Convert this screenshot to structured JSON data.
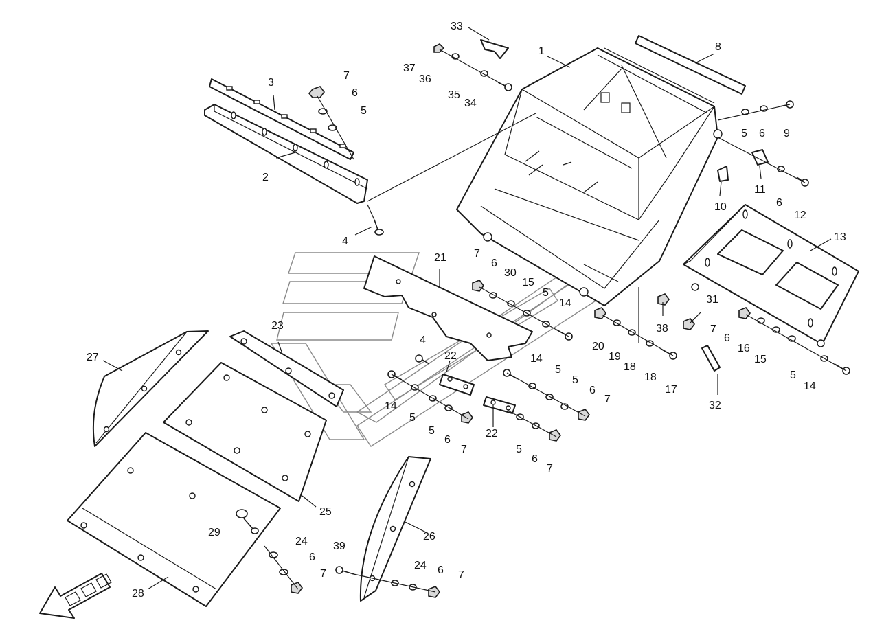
{
  "callouts": [
    {
      "text": "1"
    },
    {
      "text": "2"
    },
    {
      "text": "3"
    },
    {
      "text": "4"
    },
    {
      "text": "5"
    },
    {
      "text": "6"
    },
    {
      "text": "7"
    },
    {
      "text": "8"
    },
    {
      "text": "9"
    },
    {
      "text": "5"
    },
    {
      "text": "6"
    },
    {
      "text": "10"
    },
    {
      "text": "11"
    },
    {
      "text": "6"
    },
    {
      "text": "12"
    },
    {
      "text": "13"
    },
    {
      "text": "33"
    },
    {
      "text": "37"
    },
    {
      "text": "36"
    },
    {
      "text": "35"
    },
    {
      "text": "34"
    },
    {
      "text": "21"
    },
    {
      "text": "7"
    },
    {
      "text": "6"
    },
    {
      "text": "30"
    },
    {
      "text": "15"
    },
    {
      "text": "5"
    },
    {
      "text": "14"
    },
    {
      "text": "20"
    },
    {
      "text": "19"
    },
    {
      "text": "18"
    },
    {
      "text": "18"
    },
    {
      "text": "17"
    },
    {
      "text": "38"
    },
    {
      "text": "31"
    },
    {
      "text": "7"
    },
    {
      "text": "6"
    },
    {
      "text": "16"
    },
    {
      "text": "15"
    },
    {
      "text": "5"
    },
    {
      "text": "14"
    },
    {
      "text": "32"
    },
    {
      "text": "4"
    },
    {
      "text": "22"
    },
    {
      "text": "14"
    },
    {
      "text": "5"
    },
    {
      "text": "5"
    },
    {
      "text": "6"
    },
    {
      "text": "7"
    },
    {
      "text": "14"
    },
    {
      "text": "5"
    },
    {
      "text": "5"
    },
    {
      "text": "6"
    },
    {
      "text": "7"
    },
    {
      "text": "22"
    },
    {
      "text": "5"
    },
    {
      "text": "6"
    },
    {
      "text": "7"
    },
    {
      "text": "23"
    },
    {
      "text": "27"
    },
    {
      "text": "25"
    },
    {
      "text": "28"
    },
    {
      "text": "29"
    },
    {
      "text": "24"
    },
    {
      "text": "6"
    },
    {
      "text": "7"
    },
    {
      "text": "26"
    },
    {
      "text": "39"
    },
    {
      "text": "24"
    },
    {
      "text": "6"
    },
    {
      "text": "7"
    }
  ]
}
